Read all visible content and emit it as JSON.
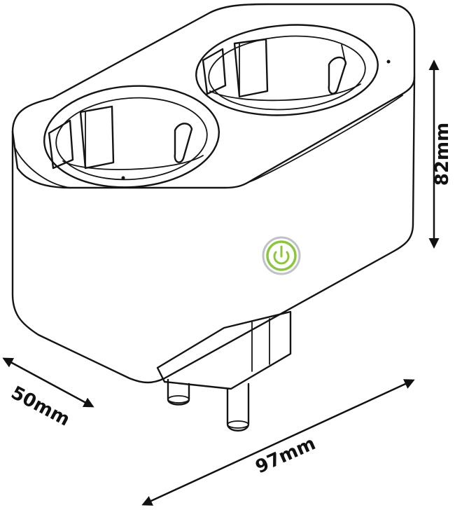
{
  "dimensions": {
    "height": "82mm",
    "depth": "50mm",
    "width": "97mm"
  },
  "colors": {
    "outline": "#141414",
    "power_ring": "#8cc63f",
    "background": "#ffffff"
  },
  "icons": {
    "power_button": "power-icon"
  }
}
